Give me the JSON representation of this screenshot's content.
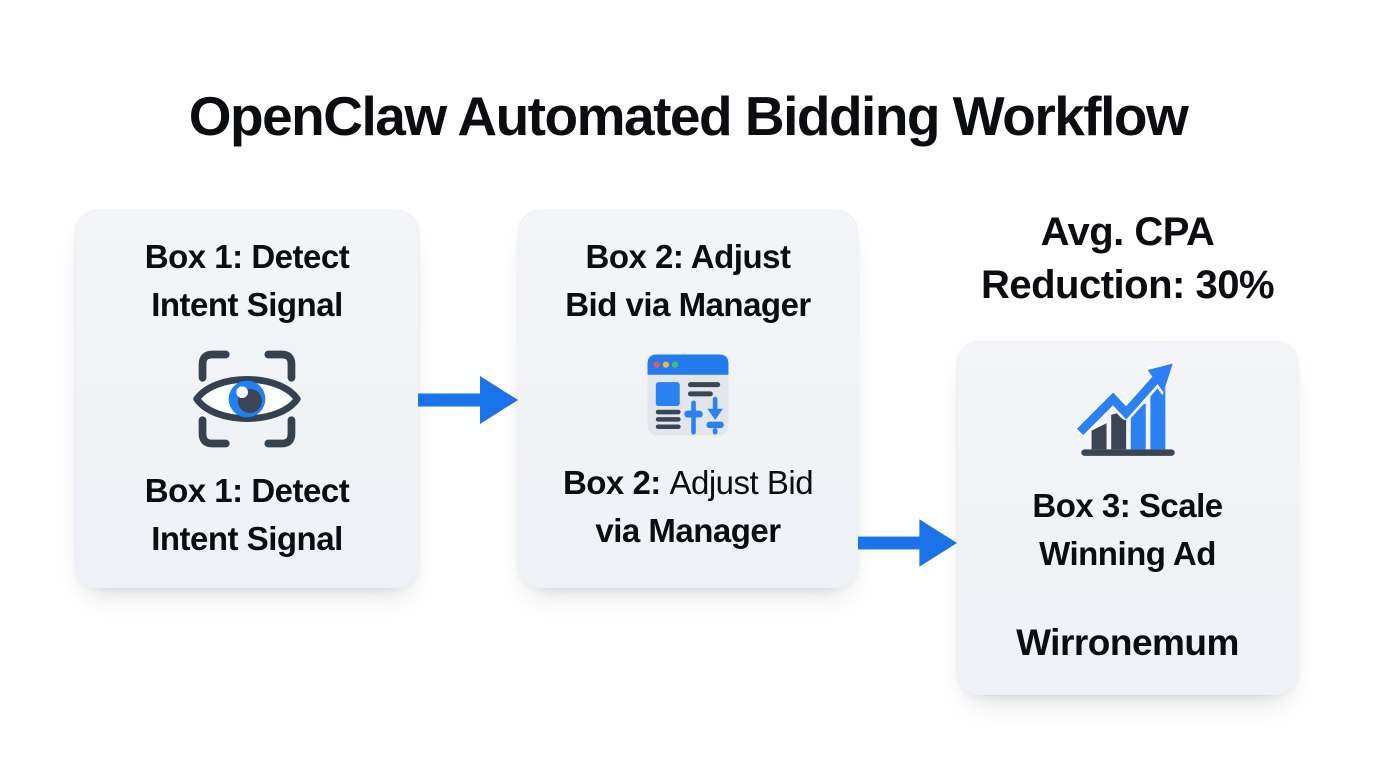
{
  "title": "OpenClaw Automated Bidding Workflow",
  "colors": {
    "accent_blue": "#1a73e8",
    "icon_blue": "#2b80f2",
    "dark_slate": "#3a4654",
    "box_background": "#f2f4f7",
    "text": "#0b0d10",
    "window_red_dot": "#e25c55",
    "window_yellow_dot": "#f2b338",
    "window_green_dot": "#46bf6a"
  },
  "flow": {
    "box1": {
      "top_label_line1": "Box 1: Detect",
      "top_label_line2": "Intent Signal",
      "icon": "eye-scan-icon",
      "bottom_label_line1": "Box 1: Detect",
      "bottom_label_line2": "Intent Signal"
    },
    "box2": {
      "top_label_line1": "Box 2: Adjust",
      "top_label_line2": "Bid via Manager",
      "icon": "bid-manager-window-icon",
      "bottom_label_bold_prefix": "Box 2: ",
      "bottom_label_regular_part": "Adjust Bid",
      "bottom_label_line2": "via Manager"
    },
    "box3": {
      "caption_line1": "Avg. CPA",
      "caption_line2": "Reduction: 30%",
      "icon": "growth-chart-icon",
      "label_line1": "Box 3: Scale",
      "label_line2": "Winning Ad",
      "sublabel": "Wirronemum"
    }
  }
}
